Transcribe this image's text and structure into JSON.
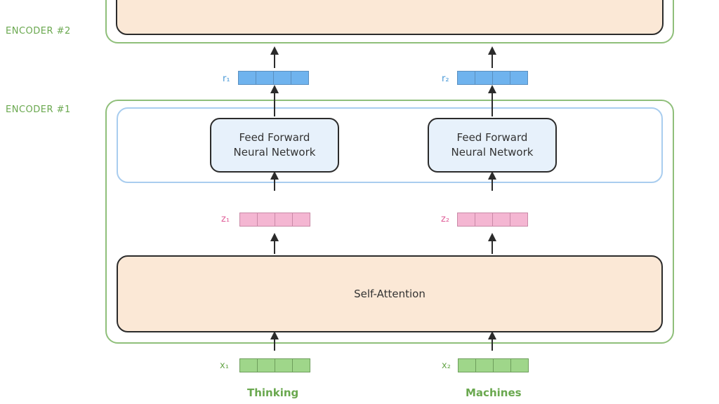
{
  "encoders": {
    "top_label": "ENCODER #2",
    "bottom_label": "ENCODER #1"
  },
  "blocks": {
    "ffn_1": "Feed Forward\nNeural Network",
    "ffn_2": "Feed Forward\nNeural Network",
    "self_attention": "Self-Attention"
  },
  "vectors": {
    "r1": "r₁",
    "r2": "r₂",
    "z1": "z₁",
    "z2": "z₂",
    "x1": "x₁",
    "x2": "x₂"
  },
  "words": {
    "word1": "Thinking",
    "word2": "Machines"
  },
  "colors": {
    "encoder_outline": "#8fbf7a",
    "ffn_panel_outline": "#a9cdef",
    "block_fill_peach": "#fbe8d6",
    "block_fill_blue": "#e7f1fb",
    "vector_blue": "#6fb3ee",
    "vector_pink": "#f4b6d2",
    "vector_green": "#9fd68a"
  }
}
